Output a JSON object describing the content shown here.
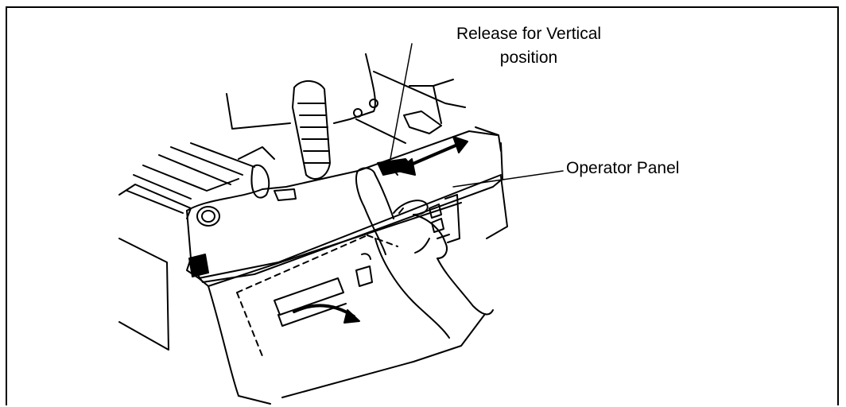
{
  "callouts": {
    "release_line1": "Release for Vertical",
    "release_line2": "position",
    "operator_panel": "Operator Panel"
  },
  "colors": {
    "ink": "#000000",
    "paper": "#ffffff"
  }
}
